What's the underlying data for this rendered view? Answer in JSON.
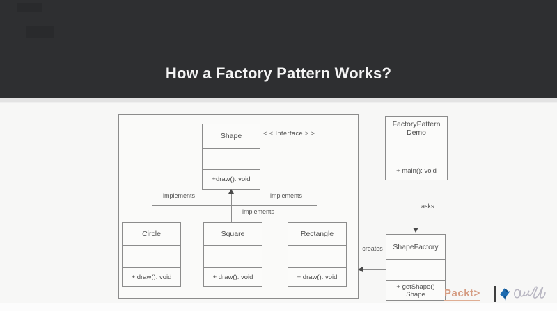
{
  "header": {
    "title": "How a Factory Pattern Works?"
  },
  "diagram": {
    "interface_stereotype": "< < Interface > >",
    "shape": {
      "name": "Shape",
      "method": "+draw(): void"
    },
    "circle": {
      "name": "Circle",
      "method": "+ draw(): void"
    },
    "square": {
      "name": "Square",
      "method": "+ draw(): void"
    },
    "rectangle": {
      "name": "Rectangle",
      "method": "+ draw(): void"
    },
    "demo": {
      "name_line1": "FactoryPattern",
      "name_line2": "Demo",
      "method": "+ main(): void"
    },
    "factory": {
      "name": "ShapeFactory",
      "method_line1": "+ getShape()",
      "method_line2": "Shape"
    },
    "labels": {
      "implements_left": "implements",
      "implements_center": "implements",
      "implements_right": "implements",
      "asks": "asks",
      "creates": "creates"
    }
  },
  "footer": {
    "brand": "Packt>"
  },
  "colors": {
    "header_bg": "#2e2f31",
    "packt_accent": "#d59c82",
    "bird_blue": "#1d6bb0",
    "signature_gray": "#b8b6c2",
    "line_gray": "#8c8c8c"
  }
}
